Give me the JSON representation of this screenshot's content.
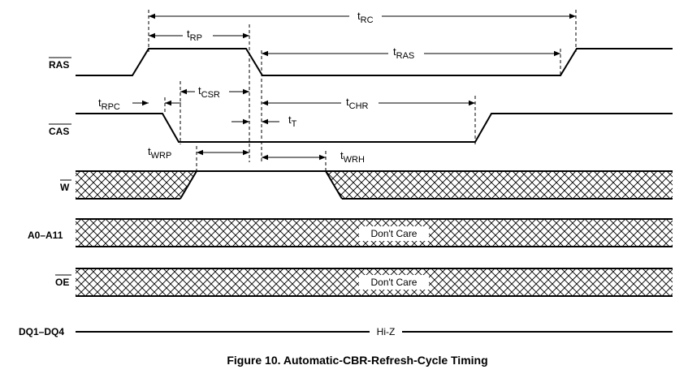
{
  "signals": {
    "ras": "RAS",
    "cas": "CAS",
    "w": "W",
    "addr": "A0–A11",
    "oe": "OE",
    "dq": "DQ1–DQ4"
  },
  "params": {
    "trc": {
      "main": "t",
      "sub": "RC"
    },
    "trp": {
      "main": "t",
      "sub": "RP"
    },
    "tras": {
      "main": "t",
      "sub": "RAS"
    },
    "trpc": {
      "main": "t",
      "sub": "RPC"
    },
    "tcsr": {
      "main": "t",
      "sub": "CSR"
    },
    "tchr": {
      "main": "t",
      "sub": "CHR"
    },
    "tt": {
      "main": "t",
      "sub": "T"
    },
    "twrp": {
      "main": "t",
      "sub": "WRP"
    },
    "twrh": {
      "main": "t",
      "sub": "WRH"
    }
  },
  "bus_labels": {
    "addr": "Don't Care",
    "oe": "Don't Care",
    "dq": "Hi-Z"
  },
  "caption": "Figure 10. Automatic-CBR-Refresh-Cycle Timing"
}
